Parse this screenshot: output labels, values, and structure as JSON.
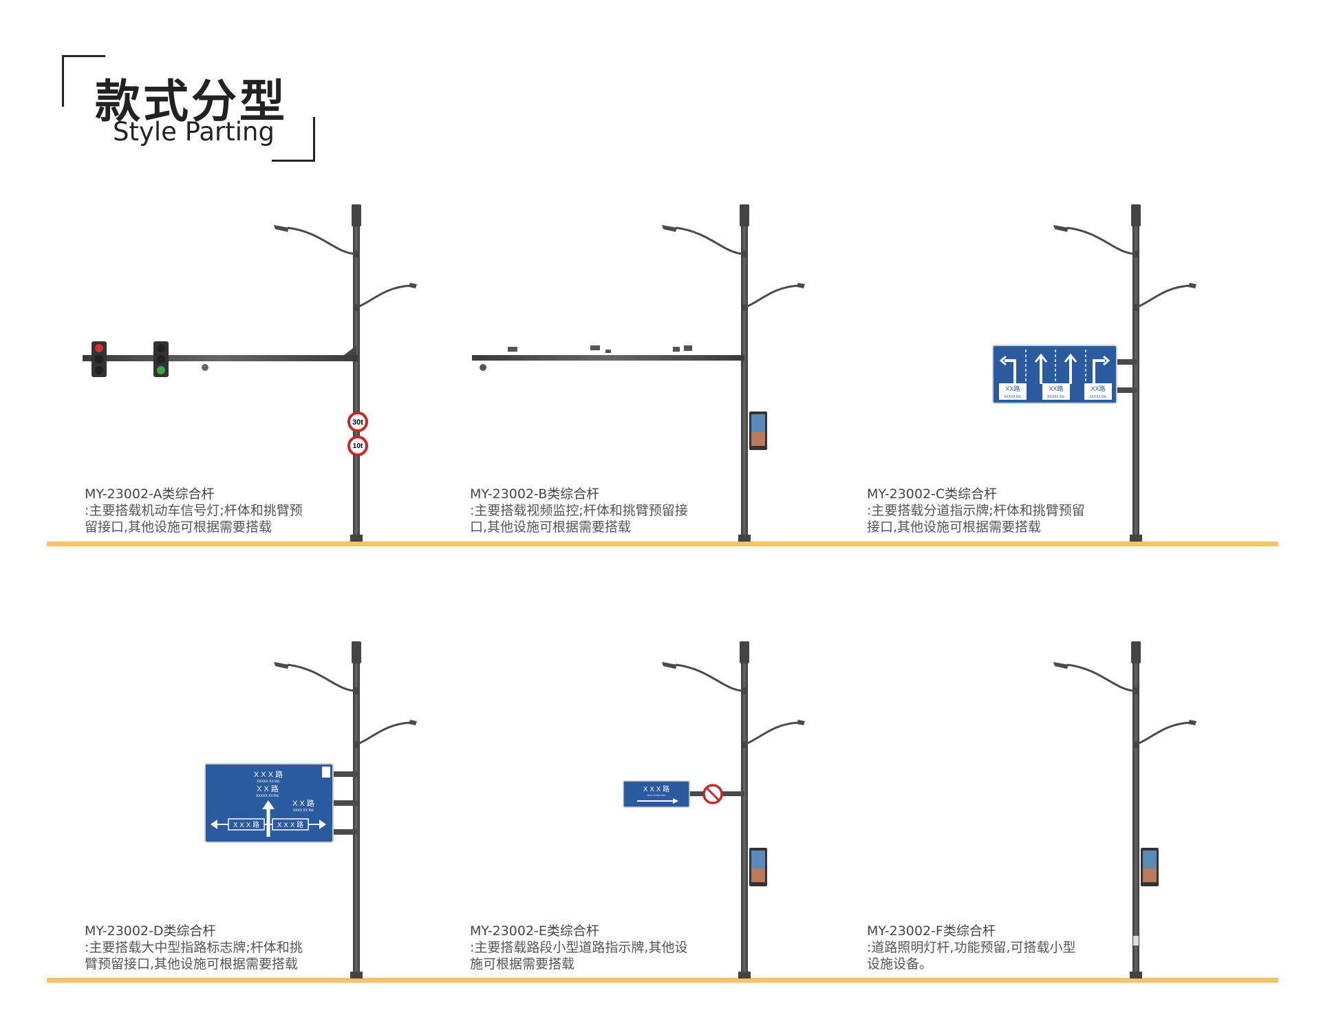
{
  "header": {
    "title_zh": "款式分型",
    "title_en": "Style  Parting"
  },
  "colors": {
    "ground_line": "#f5c46a",
    "pole": "#4a4a4a",
    "sign_blue": "#2a5aa0"
  },
  "items": [
    {
      "name": "MY-23002-A类综合杆",
      "desc1": ":主要搭载机动车信号灯;杆体和挑臂预",
      "desc2": "留接口,其他设施可根据需要搭载",
      "sign_speed": "30t",
      "sign_weight": "10t"
    },
    {
      "name": "MY-23002-B类综合杆",
      "desc1": ":主要搭载视频监控;杆体和挑臂预留接",
      "desc2": "口,其他设施可根据需要搭载"
    },
    {
      "name": "MY-23002-C类综合杆",
      "desc1": ":主要搭载分道指示牌;杆体和挑臂预留",
      "desc2": "接口,其他设施可根据需要搭载",
      "lanes": [
        "XX路",
        "XX路",
        "XX路"
      ],
      "lane_sub": "XXXXX Rd."
    },
    {
      "name": "MY-23002-D类综合杆",
      "desc1": ":主要搭载大中型指路标志牌;杆体和挑",
      "desc2": "臂预留接口,其他设施可根据需要搭载",
      "road1": "X X X 路",
      "road1_sub": "XXXXX  XX  Rd.",
      "road2": "X X 路",
      "road2_sub": "XXXXX XX Rd.",
      "road3": "X X 路",
      "road3_sub": "XXXX  XX  Rd.",
      "road_left": "X X X 路",
      "road_right": "X X X 路"
    },
    {
      "name": "MY-23002-E类综合杆",
      "desc1": ":主要搭载路段小型道路指示牌,其他设",
      "desc2": "施可根据需要搭载",
      "road": "X X X 路",
      "road_sub": "XXX XXXX Rd."
    },
    {
      "name": "MY-23002-F类综合杆",
      "desc1": ":道路照明灯杆,功能预留,可搭载小型",
      "desc2": "设施设备。"
    }
  ]
}
